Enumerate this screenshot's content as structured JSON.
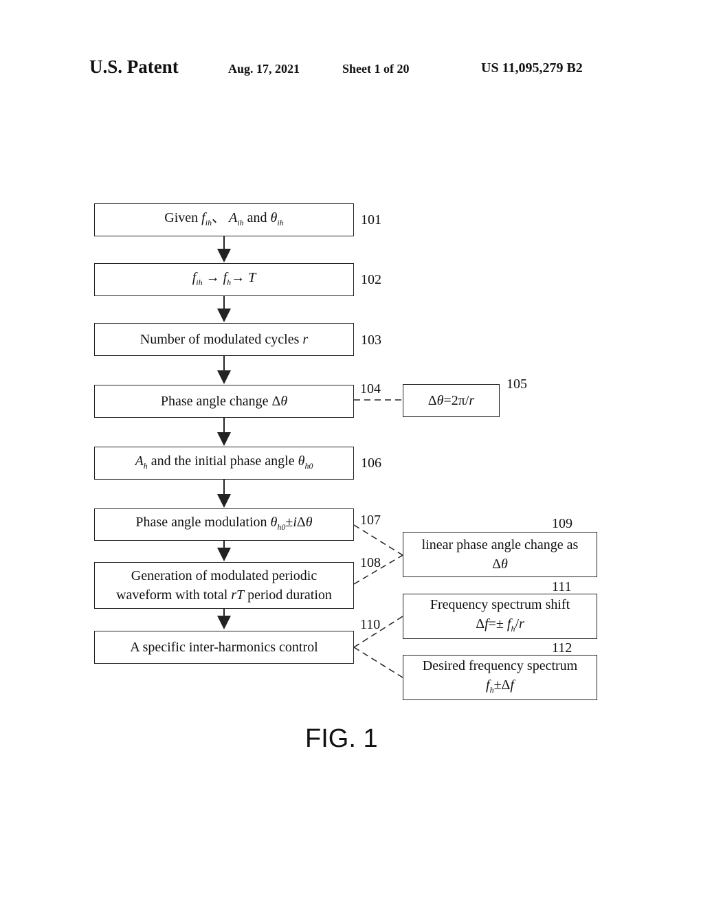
{
  "header": {
    "title": "U.S. Patent",
    "date": "Aug. 17, 2021",
    "sheet": "Sheet 1 of 20",
    "patent_number": "US 11,095,279 B2"
  },
  "steps": {
    "s101": {
      "ref": "101",
      "text_a": "Given ",
      "text_b": "f",
      "text_b_sub": "ih",
      "text_c": "、 ",
      "text_d": "A",
      "text_d_sub": "ih",
      "text_e": " and ",
      "text_f": "θ",
      "text_f_sub": "ih"
    },
    "s102": {
      "ref": "102",
      "a": "f",
      "a_sub": "ih",
      "arrow1": " → ",
      "b": "f",
      "b_sub": "h",
      "arrow2": "→ ",
      "c": "T"
    },
    "s103": {
      "ref": "103",
      "text": "Number of modulated cycles ",
      "var": "r"
    },
    "s104": {
      "ref": "104",
      "text": "Phase angle change Δ",
      "var": "θ"
    },
    "s105": {
      "ref": "105",
      "a": "Δ",
      "b": "θ",
      "c": "=2π/",
      "d": "r"
    },
    "s106": {
      "ref": "106",
      "a": "A",
      "a_sub": "h",
      "b": " and the initial phase angle ",
      "c": "θ",
      "c_sub": "h0"
    },
    "s107": {
      "ref": "107",
      "a": "Phase angle modulation ",
      "b": "θ",
      "b_sub": "h0",
      "c": "±",
      "d": "i",
      "e": "Δ",
      "f": "θ"
    },
    "s108": {
      "ref": "108",
      "line1": "Generation of modulated periodic",
      "line2_a": "waveform with total ",
      "line2_b": "rT",
      "line2_c": " period duration"
    },
    "s109": {
      "ref": "109",
      "line1": "linear phase angle change as",
      "line2_a": "Δ",
      "line2_b": "θ"
    },
    "s110": {
      "ref": "110",
      "text": "A specific inter-harmonics control"
    },
    "s111": {
      "ref": "111",
      "line1": "Frequency spectrum shift",
      "line2_a": "Δ",
      "line2_b": "f",
      "line2_c": "=± ",
      "line2_d": "f",
      "line2_d_sub": "h",
      "line2_e": "/",
      "line2_f": "r"
    },
    "s112": {
      "ref": "112",
      "line1": "Desired frequency spectrum",
      "line2_a": "f",
      "line2_a_sub": "h",
      "line2_b": "±Δ",
      "line2_c": "f"
    }
  },
  "figure_label": "FIG. 1"
}
